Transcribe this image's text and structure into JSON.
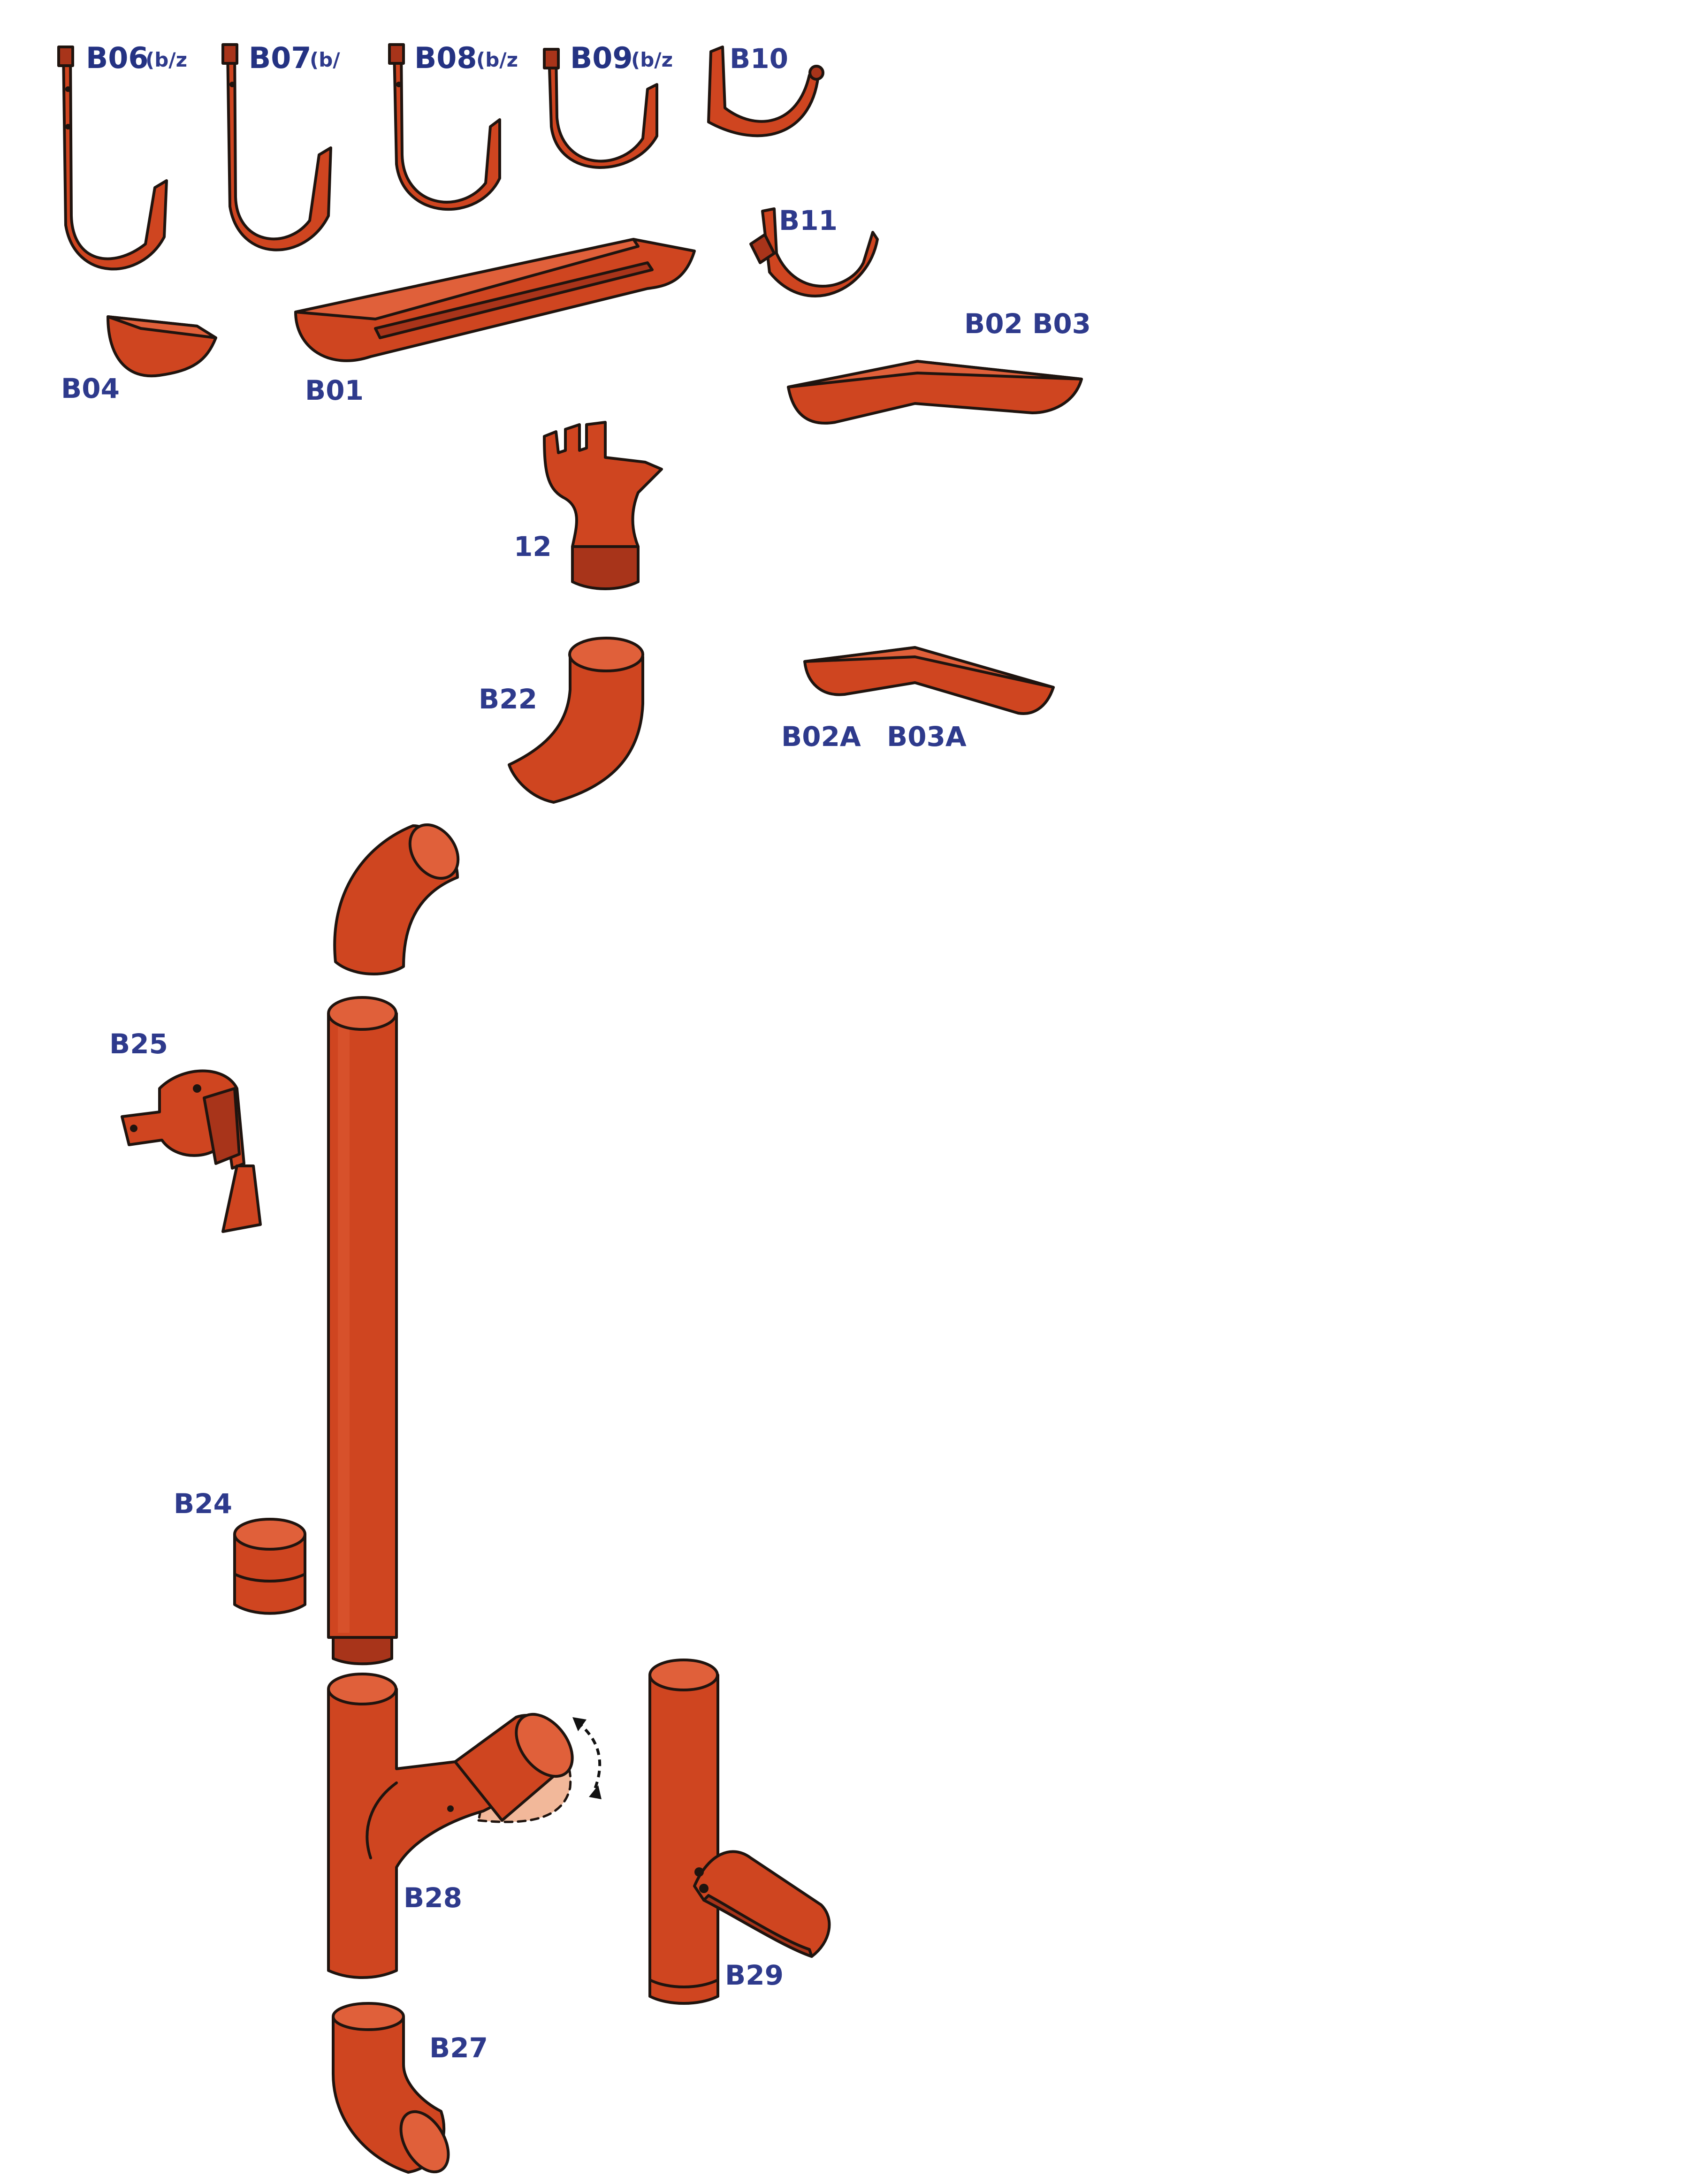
{
  "colors": {
    "part_fill": "#cf4520",
    "part_shadow": "#a8341a",
    "part_highlight": "#e0603a",
    "ghost_fill": "#f2b89a",
    "outline": "#1f140f",
    "label": "#2e3a8c"
  },
  "labels": {
    "b06": "B06",
    "b06_sub": "(b/z",
    "b07": "B07",
    "b07_sub": "(b/",
    "b08": "B08",
    "b08_sub": "(b/z",
    "b09": "B09",
    "b09_sub": "(b/z",
    "b10": "B10",
    "b11": "B11",
    "b04": "B04",
    "b01": "B01",
    "b02_b03": "B02 B03",
    "p12": "12",
    "b22": "B22",
    "b02a": "B02A",
    "b03a": "B03A",
    "b25": "B25",
    "b24": "B24",
    "b28": "B28",
    "b29": "B29",
    "b27": "B27"
  }
}
